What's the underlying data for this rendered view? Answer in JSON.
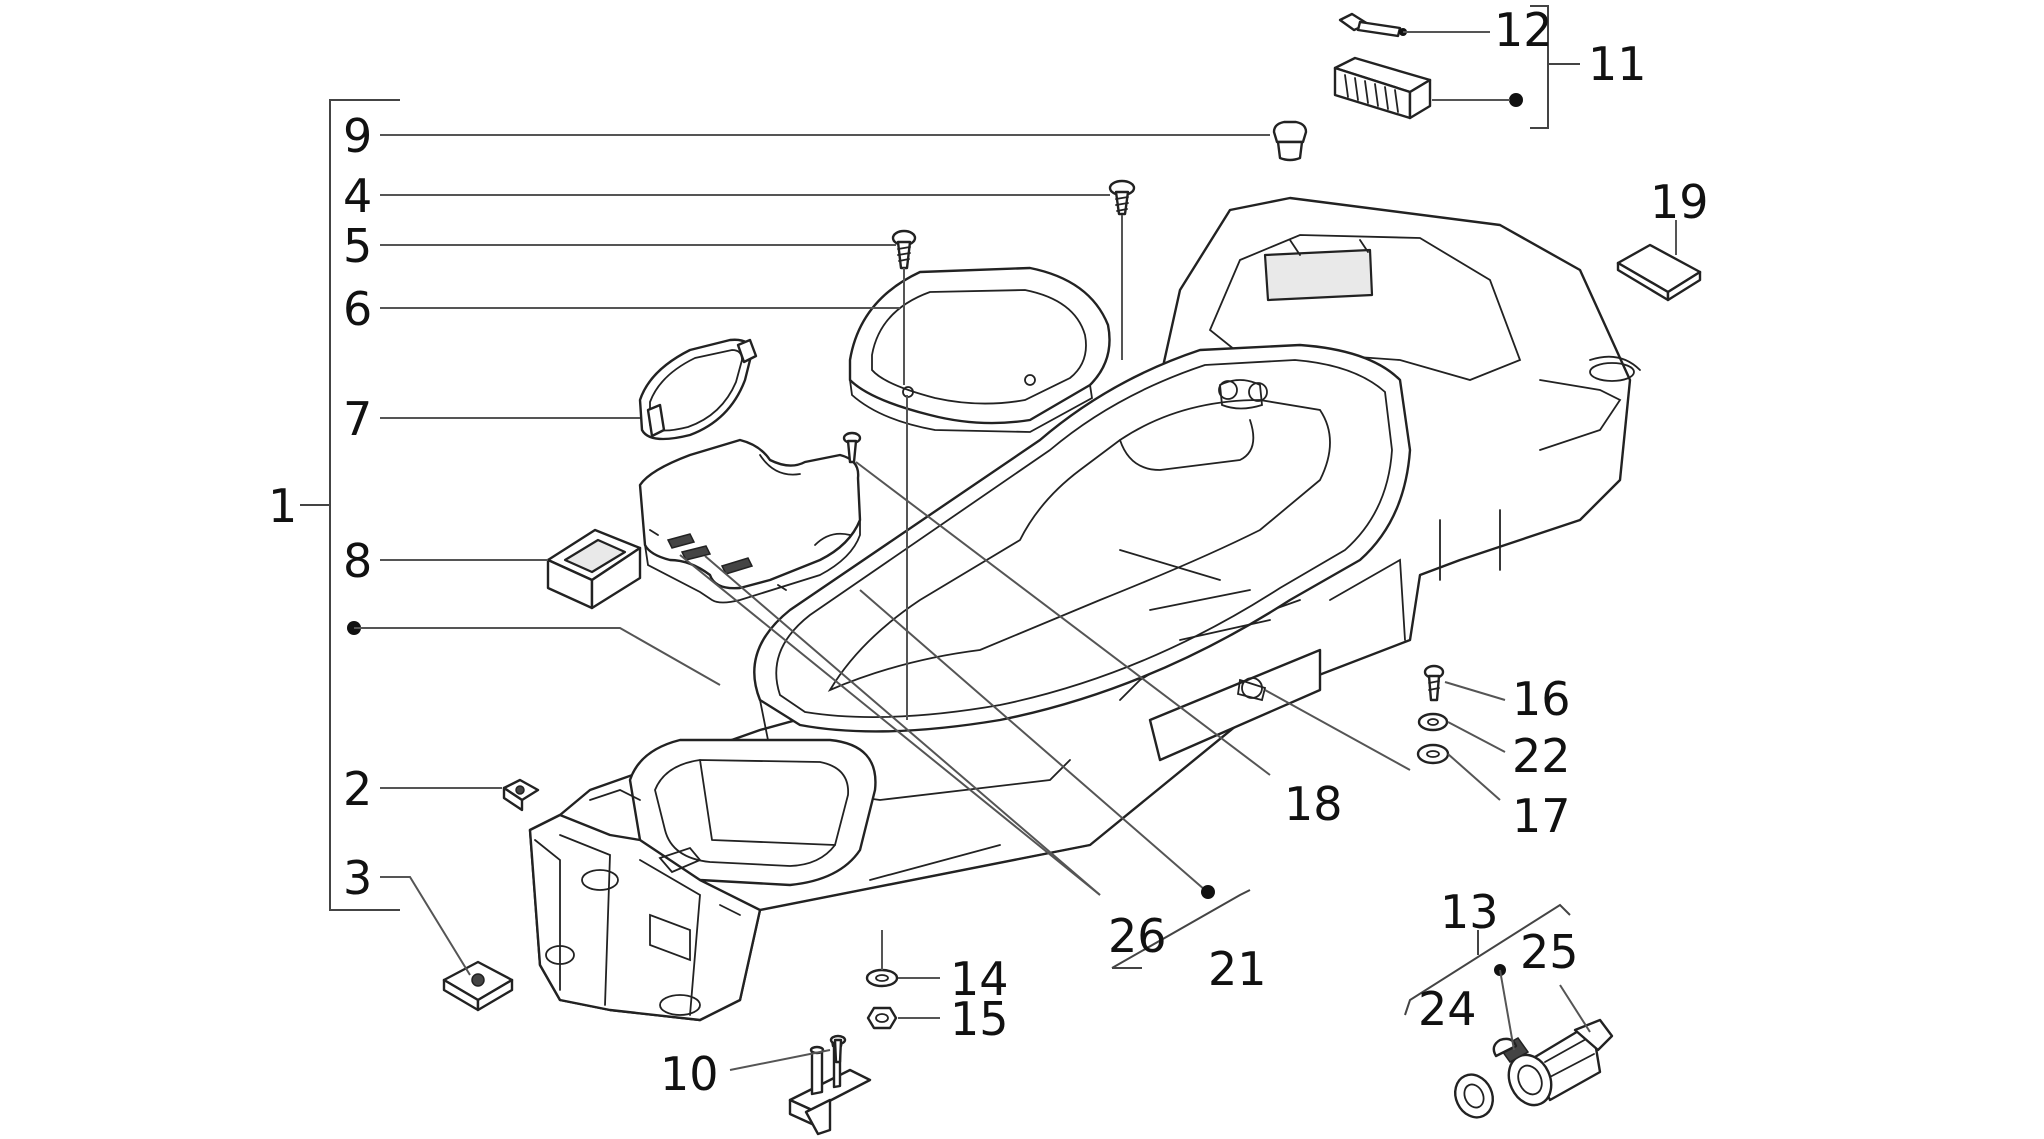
{
  "diagram": {
    "callouts": [
      {
        "id": "c1",
        "text": "1"
      },
      {
        "id": "c2",
        "text": "2"
      },
      {
        "id": "c3",
        "text": "3"
      },
      {
        "id": "c4",
        "text": "4"
      },
      {
        "id": "c5",
        "text": "5"
      },
      {
        "id": "c6",
        "text": "6"
      },
      {
        "id": "c7",
        "text": "7"
      },
      {
        "id": "c8",
        "text": "8"
      },
      {
        "id": "c9",
        "text": "9"
      },
      {
        "id": "c10",
        "text": "10"
      },
      {
        "id": "c11",
        "text": "11"
      },
      {
        "id": "c12",
        "text": "12"
      },
      {
        "id": "c13",
        "text": "13"
      },
      {
        "id": "c14",
        "text": "14"
      },
      {
        "id": "c15",
        "text": "15"
      },
      {
        "id": "c16",
        "text": "16"
      },
      {
        "id": "c17",
        "text": "17"
      },
      {
        "id": "c18",
        "text": "18"
      },
      {
        "id": "c19",
        "text": "19"
      },
      {
        "id": "c21",
        "text": "21"
      },
      {
        "id": "c22",
        "text": "22"
      },
      {
        "id": "c24",
        "text": "24"
      },
      {
        "id": "c25",
        "text": "25"
      },
      {
        "id": "c26",
        "text": "26"
      }
    ],
    "colors": {
      "line": "#222222",
      "leader": "#555555",
      "background": "#ffffff"
    }
  }
}
